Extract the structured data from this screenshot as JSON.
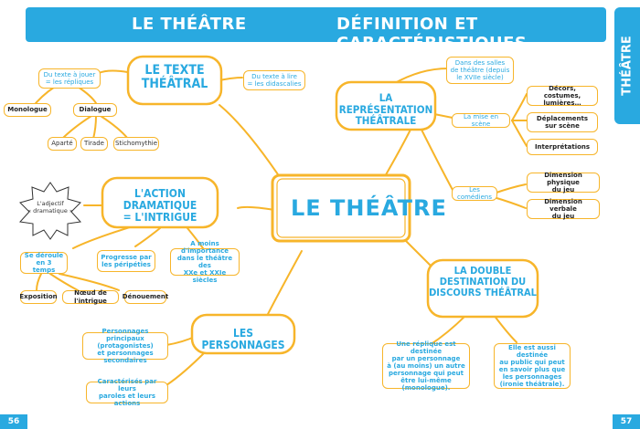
{
  "header": {
    "left_title": "LE THÉÂTRE",
    "right_title": "DÉFINITION ET CARACTÉRISTIQUES"
  },
  "side_tab": "THÉÂTRE",
  "page_numbers": {
    "left": "56",
    "right": "57"
  },
  "center": "LE THÉÂTRE",
  "branches": {
    "texte": {
      "title_line1": "LE TEXTE",
      "title_line2": "THÉÂTRAL",
      "jouer_line1": "Du texte à jouer",
      "jouer_line2": "= les répliques",
      "lire_line1": "Du texte à lire",
      "lire_line2": "= les didascalies",
      "monologue": "Monologue",
      "dialogue": "Dialogue",
      "aparte": "Aparté",
      "tirade": "Tirade",
      "stichomythie": "Stichomythie"
    },
    "action": {
      "title_line1": "L'ACTION DRAMATIQUE",
      "title_line2": "= L'INTRIGUE",
      "adjectif_line1": "L'adjectif",
      "adjectif_line2": "« dramatique »",
      "deroule_line1": "Se déroule",
      "deroule_line2": "en 3 temps",
      "progresse_line1": "Progresse par",
      "progresse_line2": "les péripéties",
      "moins_line1": "A moins d'importance",
      "moins_line2": "dans le théâtre des",
      "moins_line3": "XXe et XXIe siècles",
      "exposition": "Exposition",
      "noeud": "Nœud de l'intrigue",
      "denouement": "Dénouement"
    },
    "personnages": {
      "title": "LES PERSONNAGES",
      "principaux_line1": "Personnages principaux",
      "principaux_line2": "(protagonistes)",
      "principaux_line3": "et personnages secondaires",
      "caract_line1": "Caractérisés par leurs",
      "caract_line2": "paroles et leurs actions"
    },
    "representation": {
      "title_line1": "LA REPRÉSENTATION",
      "title_line2": "THÉÂTRALE",
      "salles_line1": "Dans des salles",
      "salles_line2": "de théâtre (depuis",
      "salles_line3": "le XVIIe siècle)",
      "mise_en_scene": "La mise en scène",
      "comediens": "Les comédiens",
      "decors_line1": "Décors, costumes,",
      "decors_line2": "lumières…",
      "deplacements_line1": "Déplacements",
      "deplacements_line2": "sur scène",
      "interpretations": "Interprétations",
      "physique_line1": "Dimension physique",
      "physique_line2": "du jeu",
      "verbale_line1": "Dimension verbale",
      "verbale_line2": "du jeu"
    },
    "destination": {
      "title_line1": "LA DOUBLE",
      "title_line2": "DESTINATION DU",
      "title_line3": "DISCOURS THÉÂTRAL",
      "replique_line1": "Une réplique est destinée",
      "replique_line2": "par un personnage",
      "replique_line3": "à (au moins) un autre",
      "replique_line4": "personnage qui peut",
      "replique_line5": "être lui-même (monologue).",
      "public_line1": "Elle est aussi destinée",
      "public_line2": "au public qui peut",
      "public_line3": "en savoir plus que",
      "public_line4": "les personnages",
      "public_line5": "(ironie théâtrale)."
    }
  },
  "colors": {
    "blue": "#29a9e0",
    "yellow": "#f7b52a"
  }
}
